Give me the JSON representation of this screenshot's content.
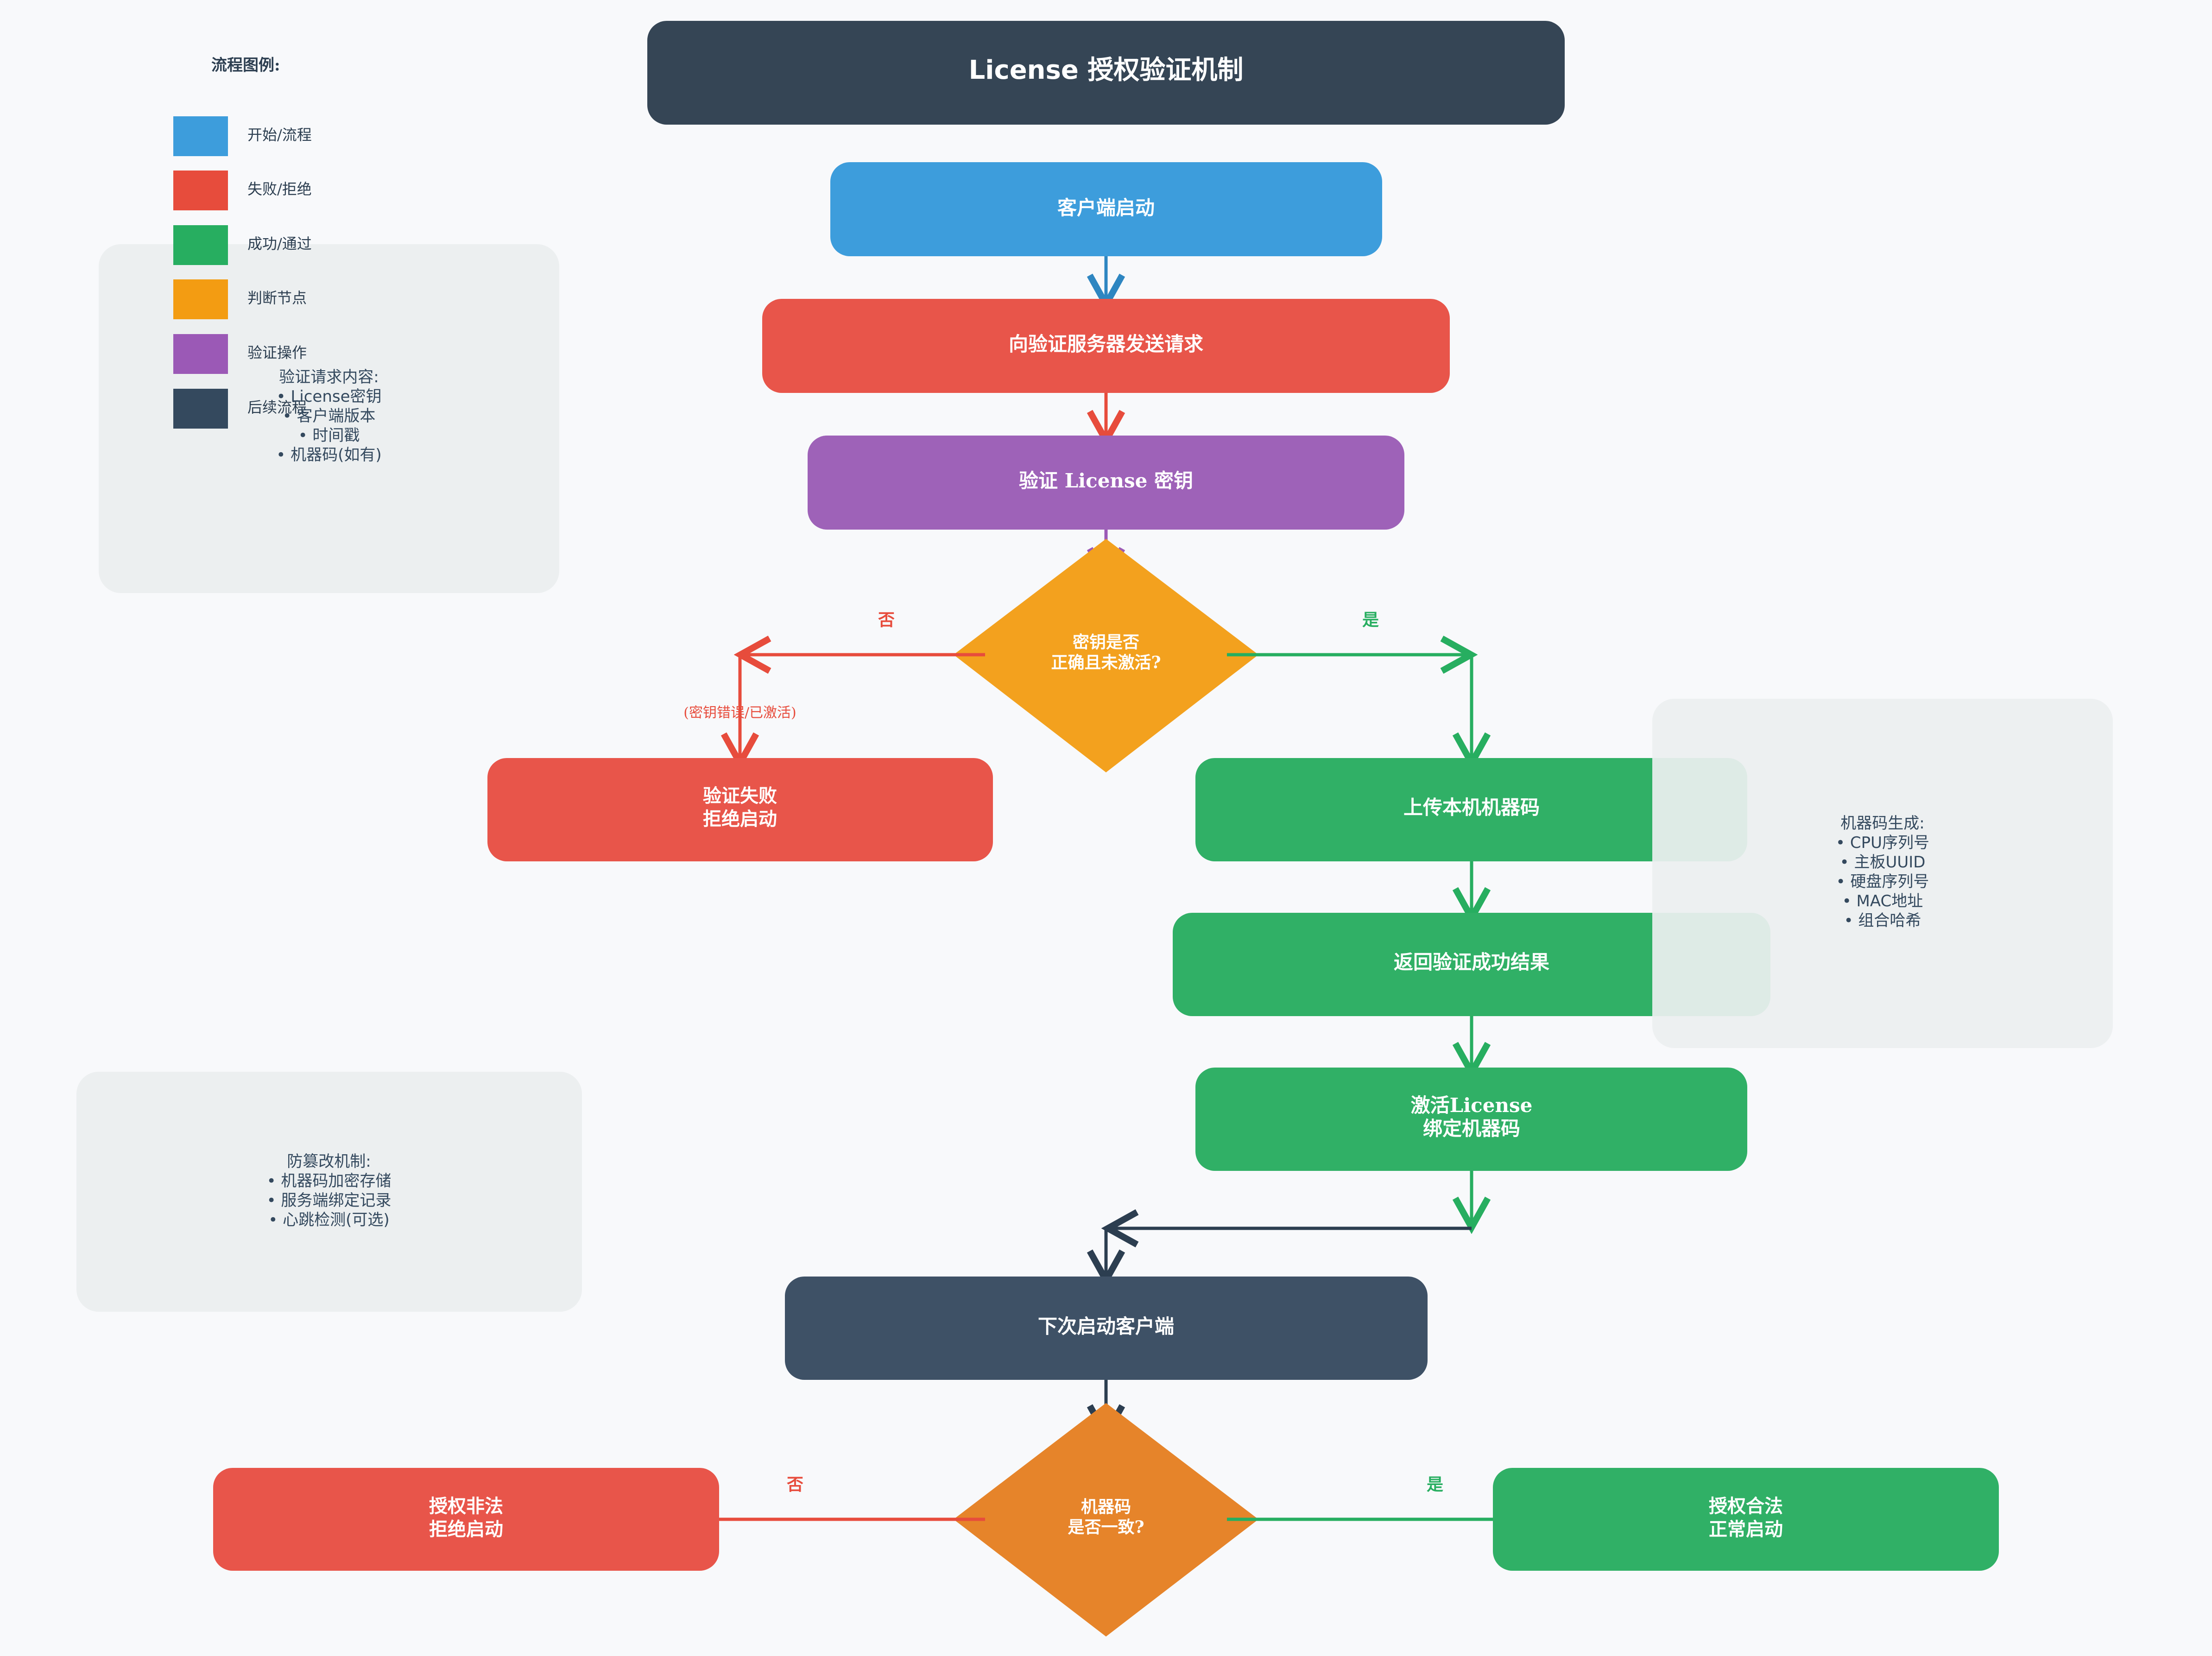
{
  "title": "License 授权验证机制",
  "legend": {
    "heading": "流程图例:",
    "items": [
      {
        "label": "开始/流程",
        "color": "#3d9ddc"
      },
      {
        "label": "失败/拒绝",
        "color": "#e74c3c"
      },
      {
        "label": "成功/通过",
        "color": "#27ae60"
      },
      {
        "label": "判断节点",
        "color": "#f39c12"
      },
      {
        "label": "验证操作",
        "color": "#9b59b6"
      },
      {
        "label": "后续流程",
        "color": "#34495e"
      }
    ]
  },
  "colors": {
    "background": "#f8f9fb",
    "title_box": "#354555",
    "start": "#3d9ddc",
    "fail": "#e8554a",
    "success": "#30b066",
    "decision": "#f3a11e",
    "decision2": "#e6842a",
    "verify": "#9e62b8",
    "followup": "#3e5166",
    "note_bg": "#eceff0",
    "arrow_blue": "#2e86c1",
    "arrow_red": "#e74c3c",
    "arrow_green": "#27ae60",
    "arrow_dark": "#2c3e50",
    "arrow_purple": "#9b59b6"
  },
  "nodes": {
    "client_start": "客户端启动",
    "send_request": "向验证服务器发送请求",
    "verify_key": "验证 License 密钥",
    "decision1": [
      "密钥是否",
      "正确且未激活?"
    ],
    "fail1": [
      "验证失败",
      "拒绝启动"
    ],
    "upload_mc": "上传本机机器码",
    "return_success": "返回验证成功结果",
    "activate": [
      "激活License",
      "绑定机器码"
    ],
    "next_start": "下次启动客户端",
    "decision2": [
      "机器码",
      "是否一致?"
    ],
    "fail2": [
      "授权非法",
      "拒绝启动"
    ],
    "success2": [
      "授权合法",
      "正常启动"
    ]
  },
  "edge_labels": {
    "d1_no": "否",
    "d1_yes": "是",
    "d1_no_reason": "(密钥错误/已激活)",
    "d2_no": "否",
    "d2_yes": "是"
  },
  "notes": {
    "request_content": [
      "验证请求内容:",
      "• License密钥",
      "• 客户端版本",
      "• 时间戳",
      "• 机器码(如有)"
    ],
    "machine_code": [
      "机器码生成:",
      "• CPU序列号",
      "• 主板UUID",
      "• 硬盘序列号",
      "• MAC地址",
      "• 组合哈希"
    ],
    "anti_tamper": [
      "防篡改机制:",
      "• 机器码加密存储",
      "• 服务端绑定记录",
      "• 心跳检测(可选)"
    ]
  }
}
